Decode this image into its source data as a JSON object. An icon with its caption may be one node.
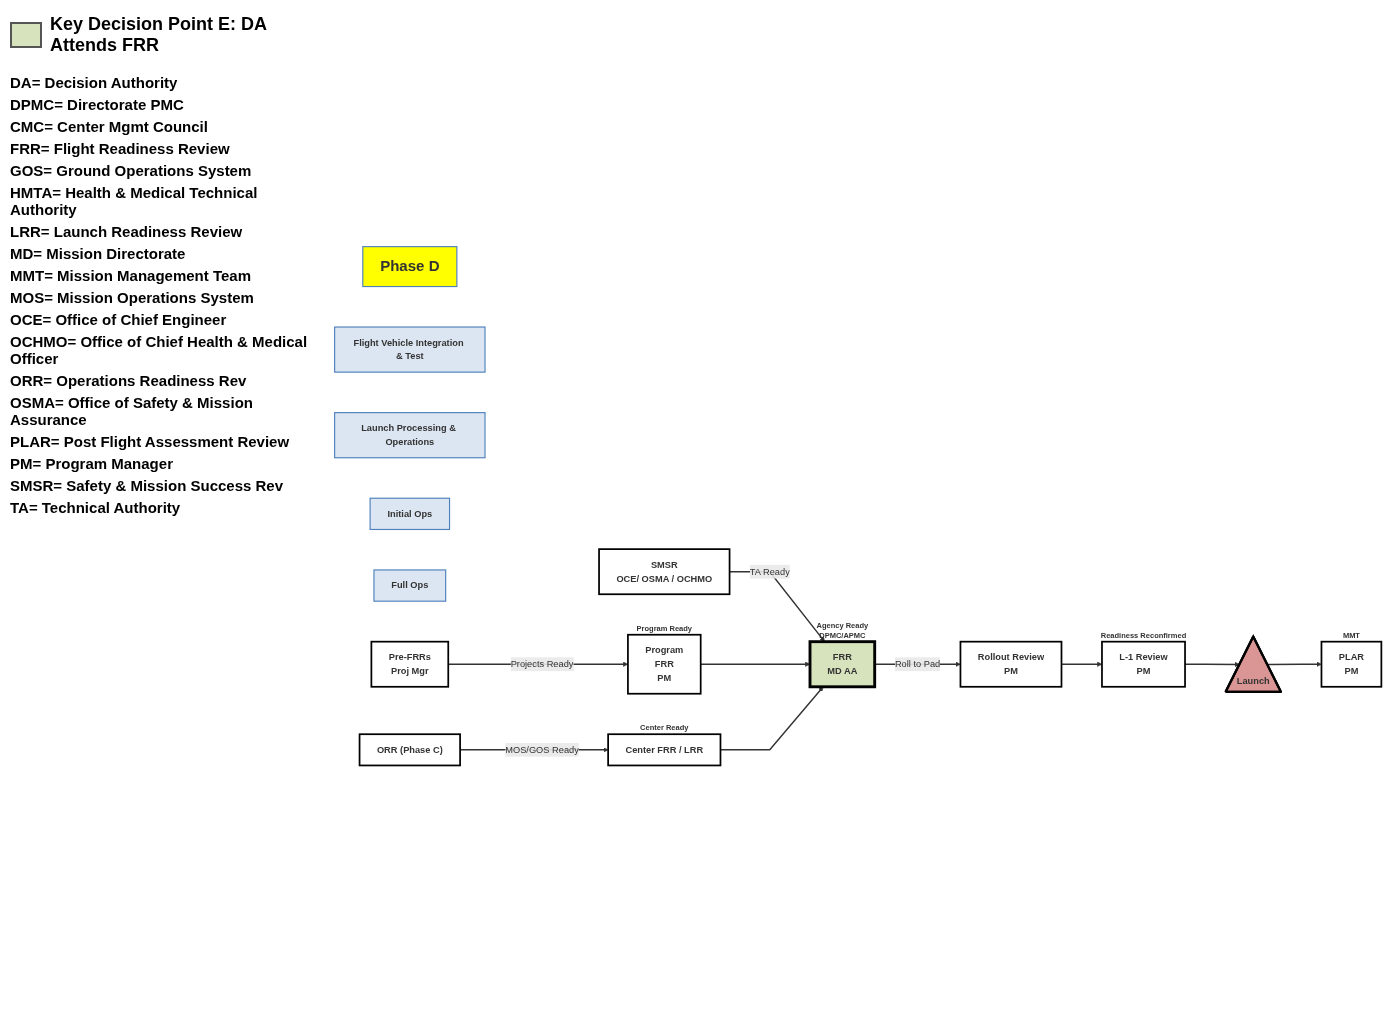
{
  "diagram": {
    "nodes": [
      {
        "text": [
          "Phase D"
        ]
      },
      {
        "text": [
          "Flight Vehicle Integration & Test"
        ]
      },
      {
        "text": [
          "Launch Processing & Operations"
        ]
      },
      {
        "text": [
          "Initial Ops"
        ]
      },
      {
        "text": [
          "Full Ops"
        ]
      },
      {
        "text": [
          "FRR",
          "MD AA"
        ],
        "beside": [
          "Agency Ready",
          "DPMC/APMC"
        ]
      },
      {
        "text": [
          "SMSR",
          "OCE/ OSMA / OCHMO"
        ]
      },
      {
        "text": [
          "Program",
          "FRR",
          "PM"
        ],
        "beside": [
          "Program Ready"
        ]
      },
      {
        "text": [
          "Pre-FRRs",
          "Proj Mgr"
        ]
      },
      {
        "text": [
          "ORR (Phase C)"
        ]
      },
      {
        "text": [
          "Center FRR / LRR"
        ],
        "beside": [
          "Center Ready"
        ]
      },
      {
        "text": [
          "Rollout Review",
          "PM"
        ]
      },
      {
        "text": [
          "L-1 Review",
          "PM"
        ],
        "beside": [
          "Readiness Reconfirmed"
        ]
      },
      {
        "text": [
          "Launch"
        ]
      },
      {
        "text": [
          "PLAR",
          "PM"
        ],
        "beside": [
          "MMT"
        ]
      }
    ],
    "edges": [
      {
        "from": 6,
        "to": 5,
        "arrow": "to",
        "label": "TA Ready"
      },
      {
        "from": 7,
        "to": 5,
        "arrow": "to"
      },
      {
        "from": 10,
        "to": 5,
        "arrow": "to"
      },
      {
        "from": 8,
        "to": 7,
        "arrow": "to",
        "label": "Projects Ready"
      },
      {
        "from": 9,
        "to": 10,
        "arrow": "to",
        "label": "MOS/GOS Ready"
      },
      {
        "from": 5,
        "to": 11,
        "arrow": "to",
        "label": "Roll to Pad"
      },
      {
        "from": 11,
        "to": 12,
        "arrow": "to"
      },
      {
        "from": 12,
        "to": 13,
        "arrow": "to"
      },
      {
        "from": 13,
        "to": 14,
        "arrow": "to"
      }
    ],
    "labels": [
      "DA= Decision Authority",
      "DPMC= Directorate PMC",
      "CMC= Center Mgmt Council",
      "FRR= Flight Readiness Review",
      "GOS= Ground Operations System",
      "HMTA= Health & Medical Technical Authority",
      "LRR= Launch Readiness Review",
      "MD= Mission Directorate",
      "MMT= Mission Management Team",
      "MOS= Mission Operations System",
      "OCE= Office of Chief Engineer",
      "OCHMO= Office of Chief Health & Medical Officer",
      "ORR= Operations Readiness Rev",
      "OSMA= Office of Safety & Mission Assurance",
      "PLAR= Post Flight Assessment Review",
      "PM= Program Manager",
      "SMSR= Safety & Mission Success Rev",
      "TA= Technical Authority"
    ],
    "legend": [
      {
        "text": "Key Decision Point E: DA Attends FRR",
        "color": "#d6e3bc"
      }
    ]
  }
}
